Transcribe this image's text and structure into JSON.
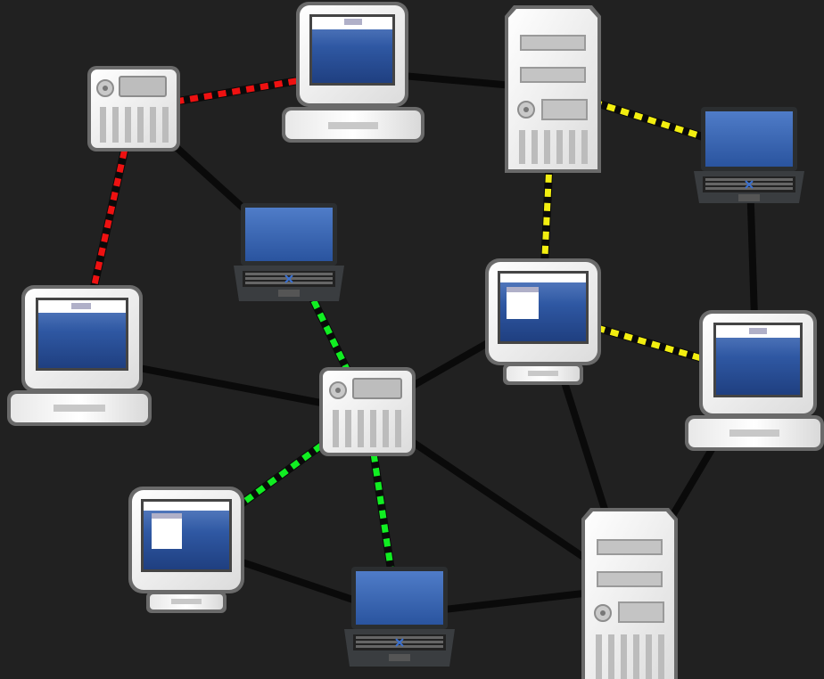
{
  "colors": {
    "background": "#212121",
    "link_solid": "#0a0a0a",
    "link_red": "#ee1111",
    "link_yellow": "#f2ee10",
    "link_green": "#11ee22",
    "screen_blue": "#2a4f99",
    "device_body": "#f2f2f2",
    "device_outline": "#555555"
  },
  "nodes": [
    {
      "id": "server-a",
      "type": "small-server",
      "icon": "small-server-icon"
    },
    {
      "id": "desktop-a",
      "type": "desktop",
      "icon": "desktop-computer-icon"
    },
    {
      "id": "tower-a",
      "type": "tower-server",
      "icon": "tower-server-icon"
    },
    {
      "id": "laptop-a",
      "type": "laptop",
      "icon": "laptop-icon"
    },
    {
      "id": "laptop-b",
      "type": "laptop",
      "icon": "laptop-icon"
    },
    {
      "id": "desktop-b",
      "type": "desktop",
      "icon": "desktop-computer-icon"
    },
    {
      "id": "monitor-a",
      "type": "monitor",
      "icon": "monitor-icon"
    },
    {
      "id": "server-b",
      "type": "small-server",
      "icon": "small-server-icon"
    },
    {
      "id": "desktop-c",
      "type": "desktop",
      "icon": "desktop-computer-icon"
    },
    {
      "id": "monitor-b",
      "type": "monitor",
      "icon": "monitor-icon"
    },
    {
      "id": "laptop-c",
      "type": "laptop",
      "icon": "laptop-icon"
    },
    {
      "id": "tower-b",
      "type": "tower-server",
      "icon": "tower-server-icon"
    }
  ],
  "links": [
    {
      "from": "server-a",
      "to": "desktop-a",
      "style": "red-dashed"
    },
    {
      "from": "server-a",
      "to": "desktop-b",
      "style": "red-dashed"
    },
    {
      "from": "server-a",
      "to": "laptop-b",
      "style": "solid"
    },
    {
      "from": "desktop-a",
      "to": "tower-a",
      "style": "solid"
    },
    {
      "from": "tower-a",
      "to": "laptop-a",
      "style": "yellow-dashed"
    },
    {
      "from": "tower-a",
      "to": "monitor-a",
      "style": "yellow-dashed"
    },
    {
      "from": "laptop-a",
      "to": "desktop-c",
      "style": "solid"
    },
    {
      "from": "monitor-a",
      "to": "desktop-c",
      "style": "yellow-dashed"
    },
    {
      "from": "laptop-b",
      "to": "server-b",
      "style": "green-dashed"
    },
    {
      "from": "desktop-b",
      "to": "server-b",
      "style": "solid"
    },
    {
      "from": "server-b",
      "to": "monitor-a",
      "style": "solid"
    },
    {
      "from": "server-b",
      "to": "monitor-b",
      "style": "green-dashed"
    },
    {
      "from": "server-b",
      "to": "laptop-c",
      "style": "green-dashed"
    },
    {
      "from": "server-b",
      "to": "tower-b",
      "style": "solid"
    },
    {
      "from": "monitor-a",
      "to": "tower-b",
      "style": "solid"
    },
    {
      "from": "desktop-c",
      "to": "tower-b",
      "style": "solid"
    },
    {
      "from": "monitor-b",
      "to": "laptop-c",
      "style": "solid"
    },
    {
      "from": "laptop-c",
      "to": "tower-b",
      "style": "solid"
    }
  ]
}
